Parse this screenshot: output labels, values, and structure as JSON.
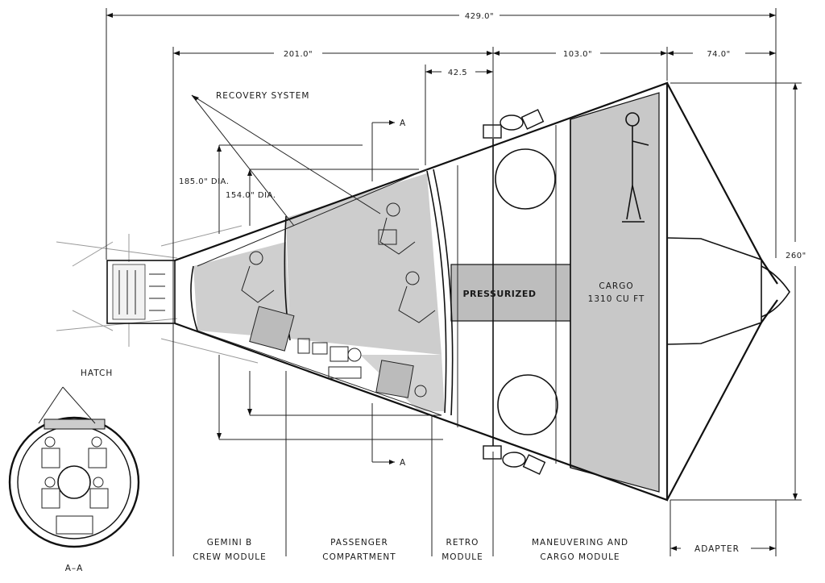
{
  "dimensions": {
    "overall": "429.0\"",
    "crew_passenger": "201.0\"",
    "retro_offset": "42.5",
    "maneuvering": "103.0\"",
    "adapter": "74.0\"",
    "dia_185": "185.0\" DIA.",
    "dia_154": "154.0\" DIA.",
    "height": "260\""
  },
  "labels": {
    "recovery_system": "RECOVERY SYSTEM",
    "section_mark": "A",
    "pressurized": "PRESSURIZED",
    "cargo_line1": "CARGO",
    "cargo_line2": "1310 CU FT",
    "hatch": "HATCH",
    "section_view": "A–A"
  },
  "modules": [
    {
      "line1": "GEMINI B",
      "line2": "CREW MODULE"
    },
    {
      "line1": "PASSENGER",
      "line2": "COMPARTMENT"
    },
    {
      "line1": "RETRO",
      "line2": "MODULE"
    },
    {
      "line1": "MANEUVERING AND",
      "line2": "CARGO MODULE"
    },
    {
      "line1": "",
      "line2": "ADAPTER"
    }
  ],
  "colors": {
    "shade": "#c9c9c9",
    "line": "#111111"
  }
}
